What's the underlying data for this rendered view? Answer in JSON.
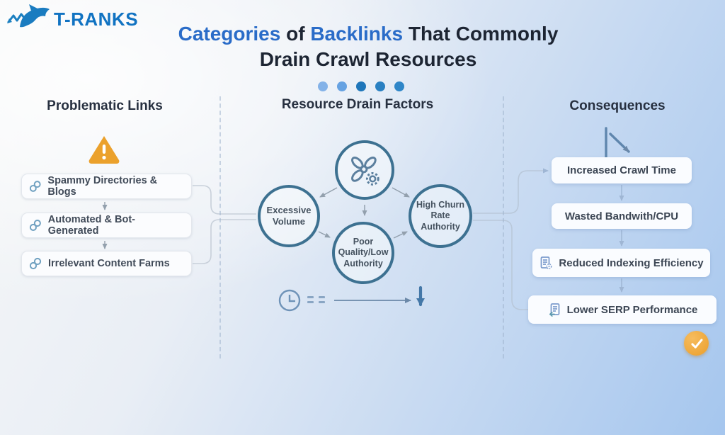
{
  "logo": {
    "brand": "T-RANKS",
    "icon": "shark-logo-icon"
  },
  "title": {
    "w1": "Categories",
    "w2": "of",
    "w3": "Backlinks",
    "w4": "That Commonly",
    "line2": "Drain Crawl Resources"
  },
  "decoration": {
    "dot_colors": [
      "#83b2e8",
      "#66a2e2",
      "#1e76ba",
      "#2a80c2",
      "#2f86c8"
    ]
  },
  "columns": {
    "problematic": {
      "heading": "Problematic Links",
      "icon": "warning-icon",
      "item_icon": "link-icon",
      "items": [
        "Spammy Directories & Blogs",
        "Automated & Bot-Generated",
        "Irrelevant Content Farms"
      ]
    },
    "resource_drain": {
      "heading": "Resource Drain Factors",
      "hub_icon": "crawler-gear-icon",
      "factors": [
        "Excessive Volume",
        "Poor Quality/Low Authority",
        "High Churn Rate Authority"
      ],
      "footer_icons": [
        "clock-icon",
        "equals-marks",
        "right-arrow-icon",
        "down-arrow-icon"
      ]
    },
    "consequences": {
      "heading": "Consequences",
      "icon": "decline-chart-icon",
      "items": [
        "Increased Crawl Time",
        "Wasted Bandwith/CPU",
        "Reduced Indexing Efficiency",
        "Lower SERP Performance"
      ],
      "item_icons": [
        "",
        "",
        "document-gear-icon",
        "document-arrow-icon"
      ],
      "badge_icon": "check-icon"
    }
  },
  "colors": {
    "brand_blue": "#1173c2",
    "title_accent_blue": "#2a6cc8",
    "dark_text": "#1d2533",
    "circle_stroke": "#3d7191",
    "warning_orange": "#eba12c",
    "check_orange": "#eb9e2a",
    "box_text": "#3c4654"
  }
}
